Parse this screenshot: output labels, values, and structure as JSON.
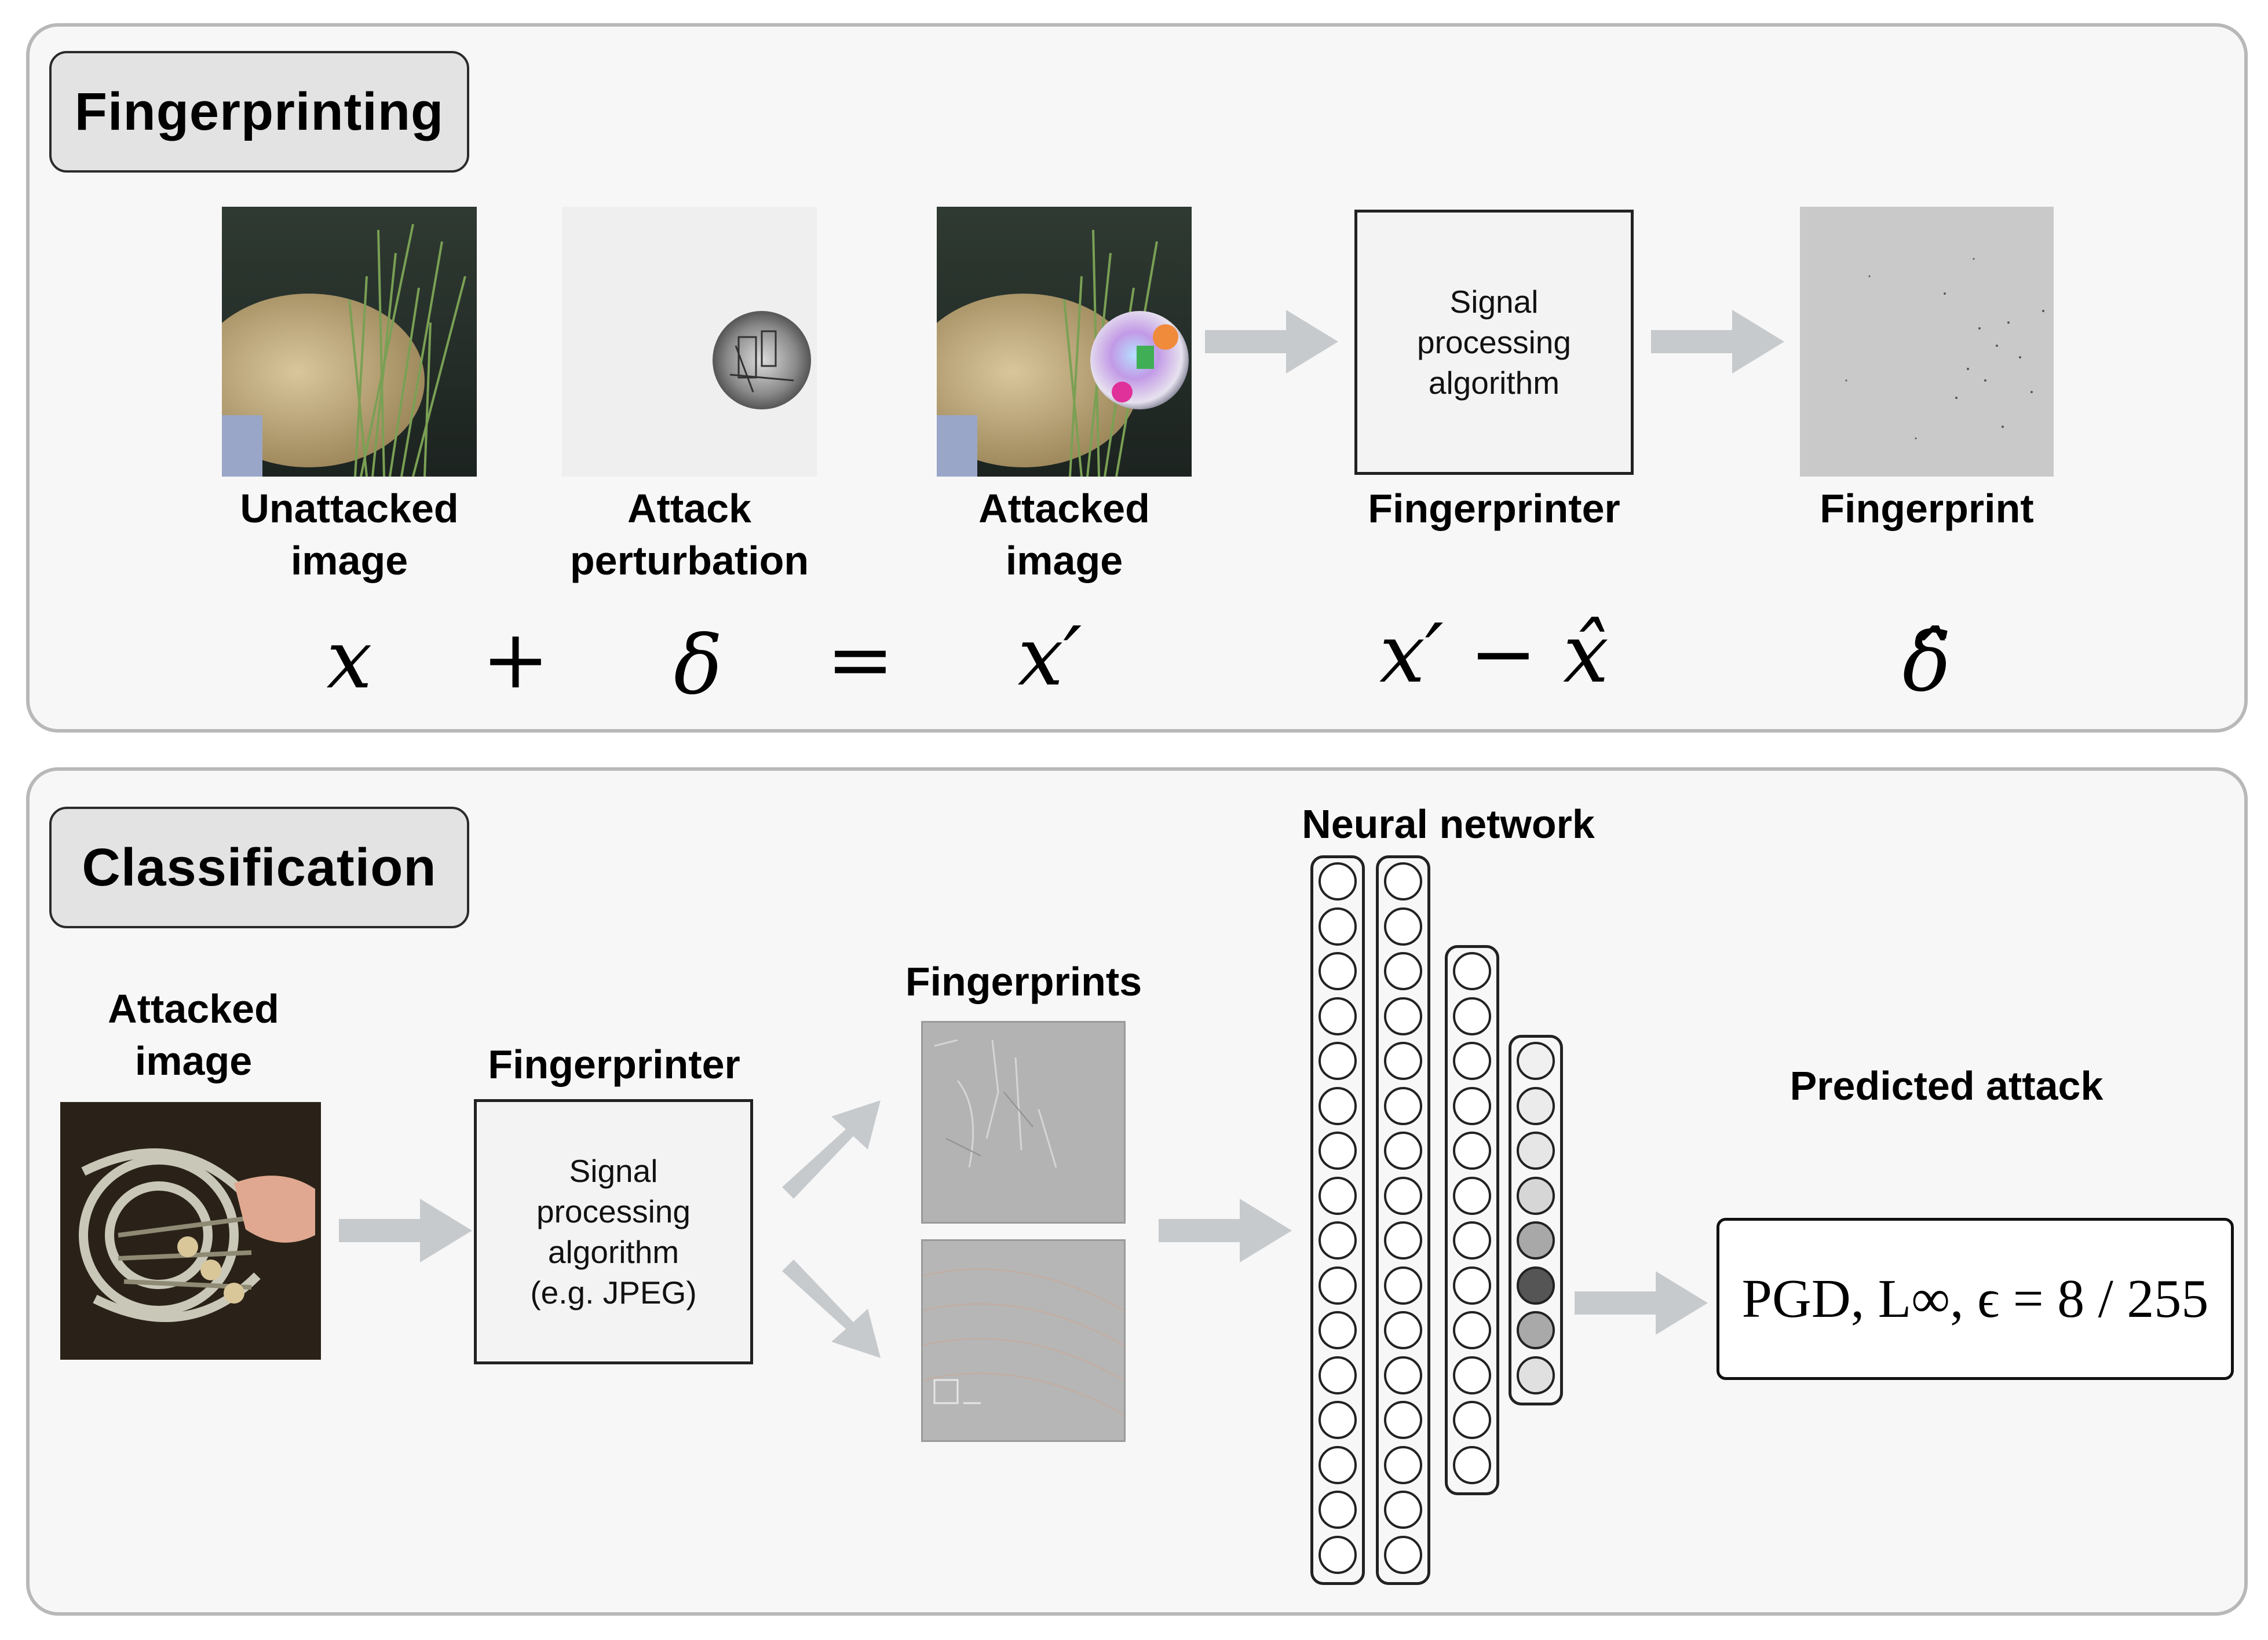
{
  "fingerprinting": {
    "title": "Fingerprinting",
    "unattacked_label": "Unattacked\nimage",
    "perturbation_label": "Attack\nperturbation",
    "attacked_label": "Attacked\nimage",
    "fingerprinter_label": "Fingerprinter",
    "fingerprint_label": "Fingerprint",
    "box_text": "Signal\nprocessing\nalgorithm",
    "math": {
      "x": "x",
      "plus": "+",
      "delta": "δ",
      "equals": "=",
      "x_prime": "x′",
      "x_prime_minus_xhat": "x′ − x̂",
      "delta_hat": "δ̂"
    }
  },
  "classification": {
    "title": "Classification",
    "attacked_label": "Attacked\nimage",
    "fingerprinter_label": "Fingerprinter",
    "box_text": "Signal\nprocessing\nalgorithm\n(e.g. JPEG)",
    "fingerprints_label": "Fingerprints",
    "network_label": "Neural network",
    "predicted_label": "Predicted attack",
    "result_text": "PGD, L∞, ϵ = 8 / 255"
  },
  "network": {
    "layers": [
      16,
      16,
      12,
      8
    ],
    "output_shades": [
      "#f0f0f0",
      "#ebebeb",
      "#e6e6e6",
      "#d6d6d6",
      "#a8a8a8",
      "#555555",
      "#a9a9a9",
      "#e0e0e0"
    ]
  },
  "colors": {
    "panel_border": "#b8b8b8",
    "arrow": "#c7cacd",
    "title_bg": "#e3e3e3"
  }
}
